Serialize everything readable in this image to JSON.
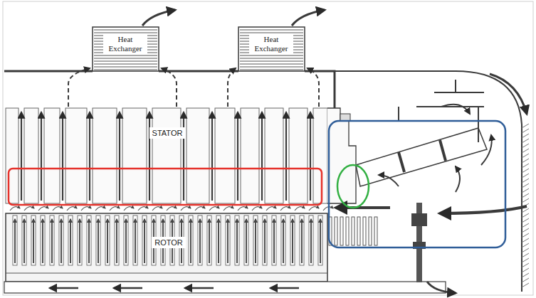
{
  "diagram": {
    "nodes": [
      {
        "text": [
          "Heat Exchanger"
        ]
      },
      {
        "text": [
          "Heat Exchanger"
        ]
      },
      {
        "text": [
          "STATOR"
        ]
      },
      {
        "text": [
          "ROTOR"
        ]
      }
    ]
  }
}
